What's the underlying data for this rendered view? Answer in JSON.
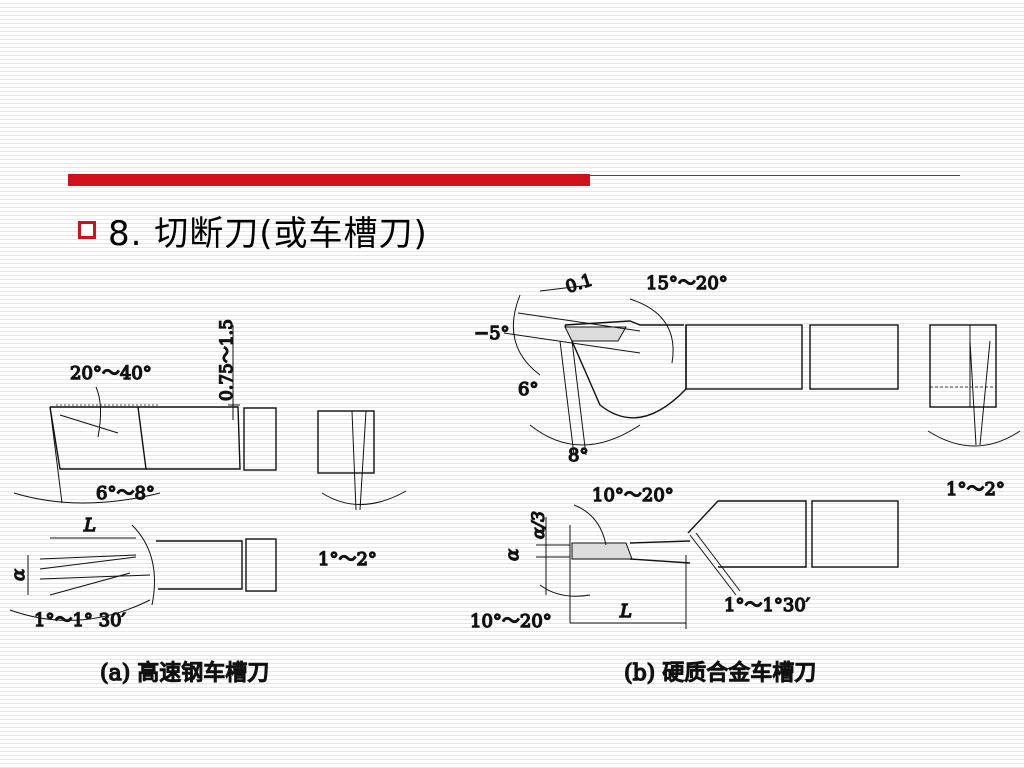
{
  "slide": {
    "heading": "8. 切断刀(或车槽刀)"
  },
  "figure_a": {
    "caption": "(a) 高速钢车槽刀",
    "labels": {
      "angle_top": "20°～40°",
      "angle_bottom": "6°～8°",
      "dim_vertical": "0.75～1.5",
      "length": "L",
      "alpha": "α",
      "side_angle": "1°～1° 30′",
      "end_angle": "1°～2°"
    }
  },
  "figure_b": {
    "caption": "(b) 硬质合金车槽刀",
    "labels": {
      "dim_01": "0.1",
      "angle_15_20": "15°～20°",
      "angle_neg5": "−5°",
      "angle_6": "6°",
      "angle_8": "8°",
      "angle_10_20_top": "10°～20°",
      "angle_10_20_bottom": "10°～20°",
      "alpha": "α",
      "alpha_over_3": "α/3",
      "length": "L",
      "side_angle": "1°～1°30′",
      "end_angle": "1°～2°"
    }
  }
}
